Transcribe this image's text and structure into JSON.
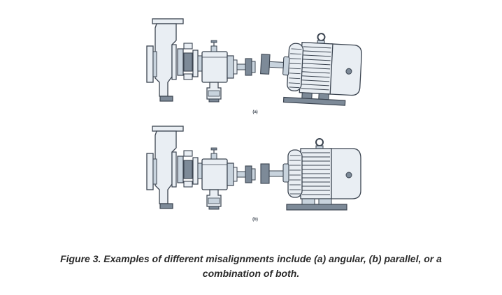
{
  "figure": {
    "caption_line1": "Figure 3. Examples of different misalignments include (a) angular, (b) parallel, or a",
    "caption_line2": "combination of both.",
    "panels": [
      {
        "label": "(a)",
        "misalignment": "angular"
      },
      {
        "label": "(b)",
        "misalignment": "parallel"
      }
    ],
    "colors": {
      "outline": "#3b4450",
      "fill_light": "#e9eef3",
      "fill_mid": "#c8d3dd",
      "fill_dark": "#7d8a98",
      "background": "#ffffff"
    }
  }
}
